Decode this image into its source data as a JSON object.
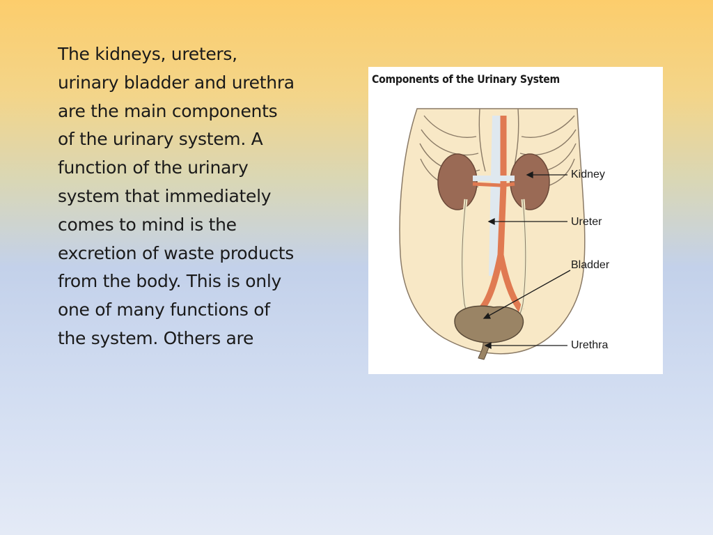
{
  "slide": {
    "body_text": "The kidneys, ureters, urinary bladder and urethra are the main components of the urinary system. A function of the urinary system that immediately comes to mind is the excretion of waste products from the body. This is only one of many functions of the system. Others are"
  },
  "figure": {
    "title": "Components of the Urinary System",
    "labels": {
      "kidney": "Kidney",
      "ureter": "Ureter",
      "bladder": "Bladder",
      "urethra": "Urethra"
    },
    "colors": {
      "skin": "#f8e8c6",
      "kidney": "#9a6a55",
      "artery": "#e07a52",
      "vein": "#dfe8ef",
      "bladder": "#9a8465",
      "outline": "#8a7a66"
    }
  }
}
